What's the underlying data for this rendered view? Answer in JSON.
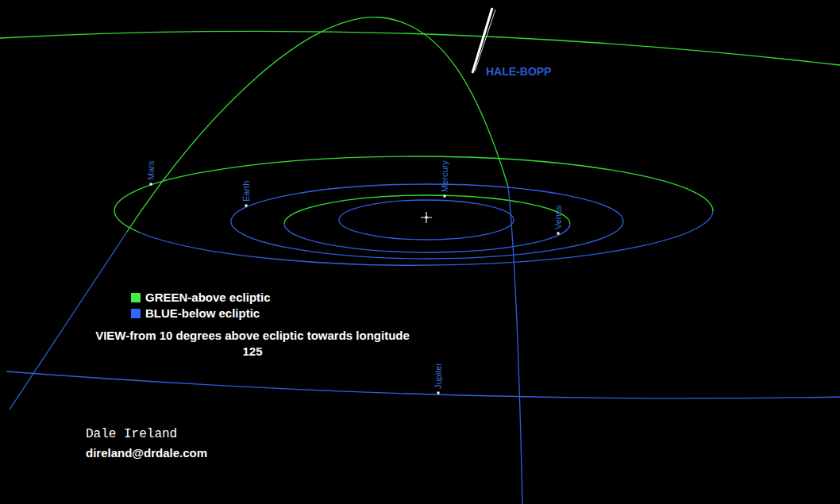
{
  "diagram": {
    "labels": [
      "HALE-BOPP",
      "Mars",
      "Earth",
      "Mercury",
      "Venus",
      "Jupiter",
      "VIEW-from 10 degrees above ecliptic towards longitude 125",
      "Dale Ireland",
      "direland@drdale.com"
    ],
    "legend": [
      {
        "text": "GREEN-above ecliptic",
        "color": "#44ee44"
      },
      {
        "text": "BLUE-below ecliptic",
        "color": "#3366ff"
      }
    ]
  }
}
